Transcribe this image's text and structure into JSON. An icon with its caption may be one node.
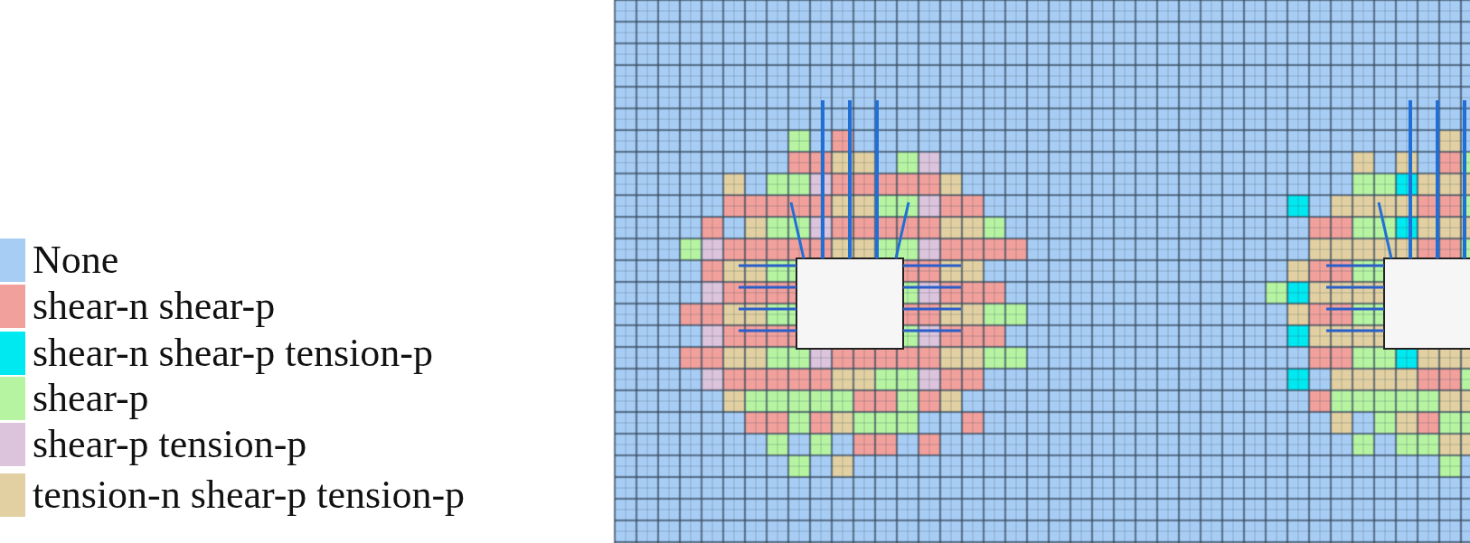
{
  "diagram": {
    "legend": [
      {
        "text": "None",
        "color": "#a8cdf4"
      },
      {
        "text": "shear-n shear-p",
        "color": "#f2a09c"
      },
      {
        "text": "shear-n shear-p tension-p",
        "color": "#00e8f0"
      },
      {
        "text": "shear-p",
        "color": "#b6f4a2"
      },
      {
        "text": "shear-p tension-p",
        "color": "#dcc4dc"
      },
      {
        "text": "tension-n shear-p tension-p",
        "color": "#e2d0a2"
      }
    ]
  }
}
